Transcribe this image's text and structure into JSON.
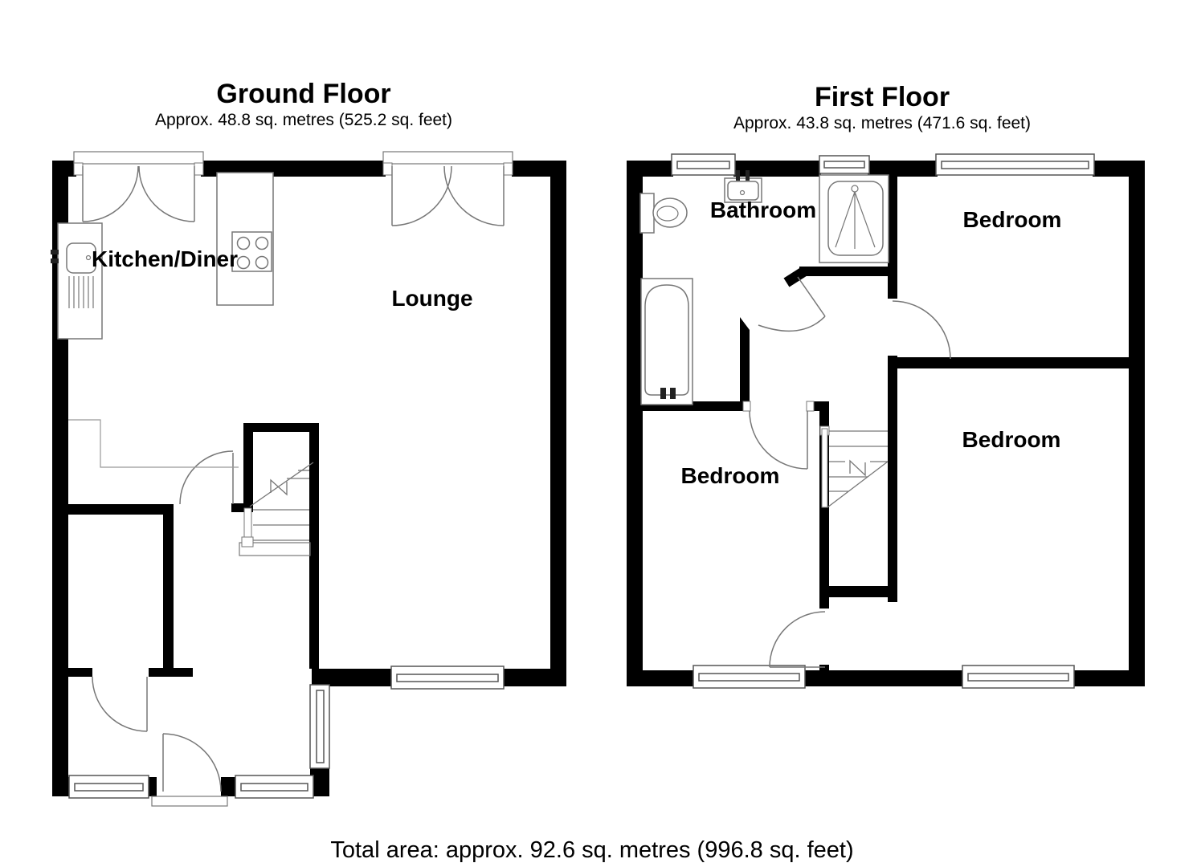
{
  "ground_floor": {
    "title": "Ground Floor",
    "subtitle": "Approx. 48.8 sq. metres (525.2 sq. feet)",
    "rooms": {
      "kitchen": "Kitchen/Diner",
      "lounge": "Lounge"
    }
  },
  "first_floor": {
    "title": "First Floor",
    "subtitle": "Approx. 43.8 sq. metres (471.6 sq. feet)",
    "rooms": {
      "bathroom": "Bathroom",
      "bedroom_top_right": "Bedroom",
      "bedroom_bottom_right": "Bedroom",
      "bedroom_bottom_left": "Bedroom"
    }
  },
  "footer": {
    "total_area": "Total area: approx. 92.6 sq. metres (996.8 sq. feet)"
  },
  "colors": {
    "wall": "#000000",
    "background": "#ffffff",
    "door_line": "#777777",
    "window_line": "#555555",
    "text": "#000000"
  }
}
